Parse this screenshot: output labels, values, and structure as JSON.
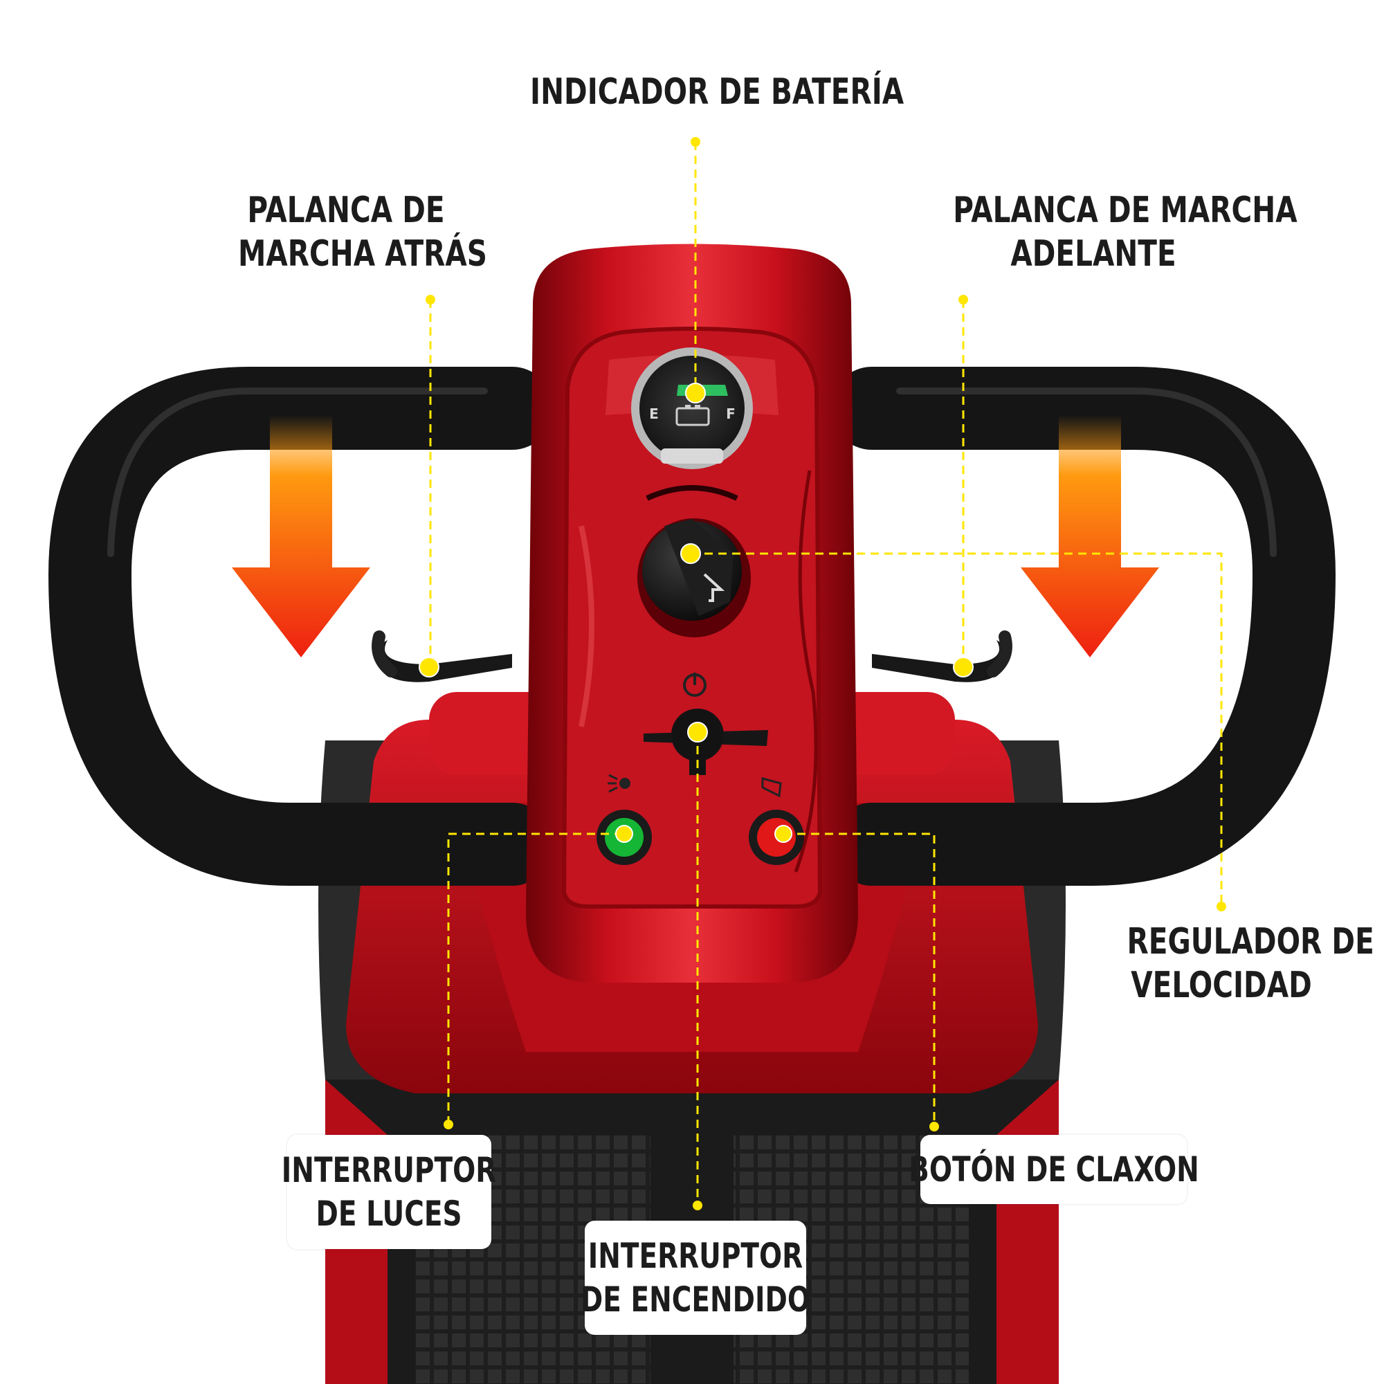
{
  "labels": {
    "battery_indicator": "INDICADOR DE BATERÍA",
    "reverse_lever": [
      "PALANCA DE",
      "MARCHA ATRÁS"
    ],
    "forward_lever": [
      "PALANCA DE MARCHA",
      "ADELANTE"
    ],
    "speed_regulator": [
      "REGULADOR DE",
      "VELOCIDAD"
    ],
    "light_switch": [
      "INTERRUPTOR",
      "DE LUCES"
    ],
    "power_switch": [
      "INTERRUPTOR",
      "DE ENCENDIDO"
    ],
    "horn_button": "BOTÓN DE CLAXON"
  },
  "gauge": {
    "empty_letter": "E",
    "full_letter": "F"
  },
  "colors": {
    "scooter_red": "#c8101c",
    "grip_black": "#151515",
    "callout_yellow": "#ffe600",
    "arrow_top": "#ff9a10",
    "arrow_bottom": "#ee2010",
    "light_button": "#15b535",
    "horn_button": "#e01818",
    "battery_green": "#2ec060"
  }
}
